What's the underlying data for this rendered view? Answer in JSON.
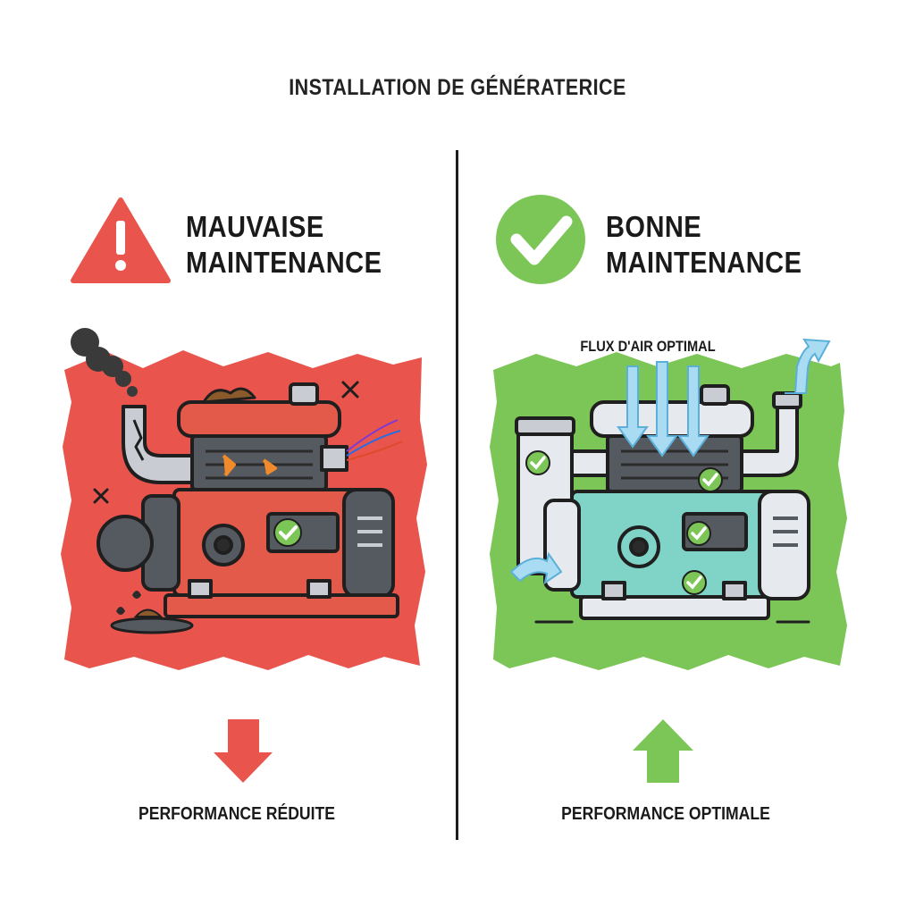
{
  "title": "INSTALLATION DE GÉNÉRATERICE",
  "colors": {
    "bad": "#e9544d",
    "good": "#7cc557",
    "ink": "#1f1f1f",
    "teal": "#7fd3c7",
    "rust": "#8a5a2b"
  },
  "bad_panel": {
    "heading_line1": "MAUVAISE",
    "heading_line2": "MAINTENANCE",
    "icon": "warning-triangle-icon",
    "trend_icon": "arrow-down-icon",
    "caption": "PERFORMANCE RÉDUITE"
  },
  "good_panel": {
    "heading_line1": "BONNE",
    "heading_line2": "MAINTENANCE",
    "icon": "check-circle-icon",
    "airflow_label": "FLUX D'AIR OPTIMAL",
    "trend_icon": "arrow-up-icon",
    "caption": "PERFORMANCE OPTIMALE"
  }
}
